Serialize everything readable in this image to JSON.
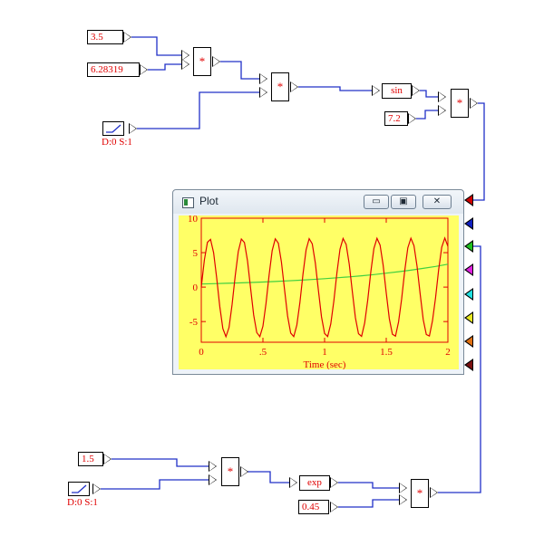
{
  "top": {
    "const_a": "3.5",
    "const_b": "6.28319",
    "mult1": "*",
    "mult2": "*",
    "ramp_label": "D:0 S:1",
    "sin_label": "sin",
    "const_c": "7.2",
    "mult3": "*"
  },
  "bottom": {
    "const_a": "1.5",
    "ramp_label": "D:0 S:1",
    "mult1": "*",
    "exp_label": "exp",
    "const_b": "0.45",
    "mult2": "*"
  },
  "plot_window": {
    "title": "Plot",
    "min_glyph": "▭",
    "max_glyph": "▣",
    "close_glyph": "✕"
  },
  "colors": {
    "wire": "#2030c8",
    "signal_red": "#e00000",
    "plot_bg": "#ffff66",
    "ports": [
      "#d00000",
      "#1020c0",
      "#20c020",
      "#e020e0",
      "#20e0e0",
      "#e8e820",
      "#e07010",
      "#7a1010"
    ]
  },
  "chart_data": {
    "type": "line",
    "xlabel": "Time (sec)",
    "xlim": [
      0,
      2
    ],
    "ylim": [
      -8,
      10
    ],
    "x_ticks": [
      0,
      0.5,
      1,
      1.5,
      2
    ],
    "x_tick_labels": [
      "0",
      ".5",
      "1",
      "1.5",
      "2"
    ],
    "y_ticks": [
      10,
      5,
      0,
      -5
    ],
    "y_tick_labels": [
      "10",
      "5",
      "0",
      "-5"
    ],
    "grid": false,
    "series": [
      {
        "color": "#e00000",
        "x": [
          0,
          0.025,
          0.05,
          0.075,
          0.1,
          0.125,
          0.15,
          0.175,
          0.2,
          0.225,
          0.25,
          0.275,
          0.3,
          0.325,
          0.35,
          0.375,
          0.4,
          0.425,
          0.45,
          0.475,
          0.5,
          0.525,
          0.55,
          0.575,
          0.6,
          0.625,
          0.65,
          0.675,
          0.7,
          0.725,
          0.75,
          0.775,
          0.8,
          0.825,
          0.85,
          0.875,
          0.9,
          0.925,
          0.95,
          0.975,
          1.0,
          1.025,
          1.05,
          1.075,
          1.1,
          1.125,
          1.15,
          1.175,
          1.2,
          1.225,
          1.25,
          1.275,
          1.3,
          1.325,
          1.35,
          1.375,
          1.4,
          1.425,
          1.45,
          1.475,
          1.5,
          1.525,
          1.55,
          1.575,
          1.6,
          1.625,
          1.65,
          1.675,
          1.7,
          1.725,
          1.75,
          1.775,
          1.8,
          1.825,
          1.85,
          1.875,
          1.9,
          1.925,
          1.95,
          1.975,
          2.0
        ],
        "y": [
          0.0,
          3.93,
          6.52,
          6.93,
          5.0,
          1.31,
          -2.81,
          -6.03,
          -7.2,
          -5.87,
          -2.51,
          1.6,
          5.17,
          6.98,
          6.46,
          3.8,
          -0.17,
          -4.06,
          -6.59,
          -7.19,
          -5.68,
          -2.36,
          1.75,
          5.3,
          7.0,
          6.37,
          3.64,
          -0.33,
          -4.19,
          -6.66,
          -7.18,
          -5.51,
          -2.21,
          1.91,
          5.4,
          7.03,
          6.28,
          3.49,
          -0.49,
          -4.32,
          -6.72,
          -7.17,
          -5.36,
          -2.04,
          2.07,
          5.51,
          7.06,
          6.19,
          3.33,
          -0.66,
          -4.45,
          -6.77,
          -7.14,
          -5.21,
          -1.87,
          2.22,
          5.61,
          7.08,
          6.1,
          3.17,
          -0.83,
          -4.58,
          -6.83,
          -7.12,
          -5.05,
          -1.71,
          2.38,
          5.71,
          7.1,
          6.01,
          3.01,
          -0.99,
          -4.71,
          -6.88,
          -7.09,
          -4.89,
          -1.54,
          2.53,
          5.8,
          7.12,
          5.91
        ]
      },
      {
        "color": "#40d040",
        "x": [
          0,
          0.1,
          0.2,
          0.3,
          0.4,
          0.5,
          0.6,
          0.7,
          0.8,
          0.9,
          1.0,
          1.1,
          1.2,
          1.3,
          1.4,
          1.5,
          1.6,
          1.7,
          1.8,
          1.9,
          2.0
        ],
        "y": [
          0.45,
          0.5,
          0.55,
          0.61,
          0.67,
          0.74,
          0.82,
          0.91,
          1.0,
          1.11,
          1.22,
          1.35,
          1.49,
          1.65,
          1.82,
          2.02,
          2.23,
          2.46,
          2.72,
          3.0,
          3.32
        ]
      }
    ]
  }
}
